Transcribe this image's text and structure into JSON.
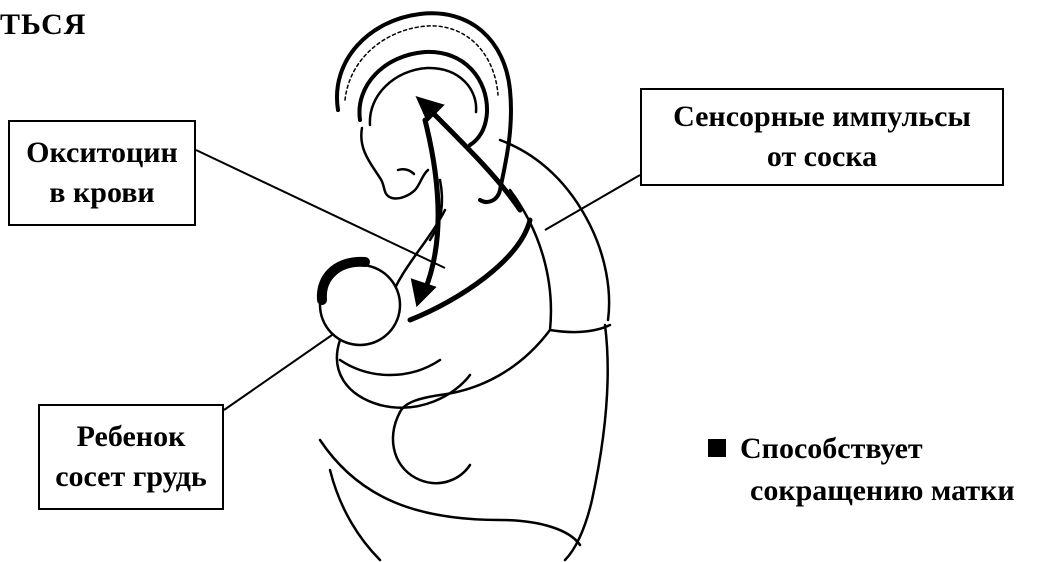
{
  "slide": {
    "partial_title": "ТЬСЯ",
    "labels": {
      "oxytocin": [
        "Окситоцин",
        "в крови"
      ],
      "sensory": [
        "Сенсорные импульсы",
        "от соска"
      ],
      "baby": [
        "Ребенок",
        "сосет грудь"
      ]
    },
    "bullet": [
      "Способствует",
      "сокращению матки"
    ]
  }
}
